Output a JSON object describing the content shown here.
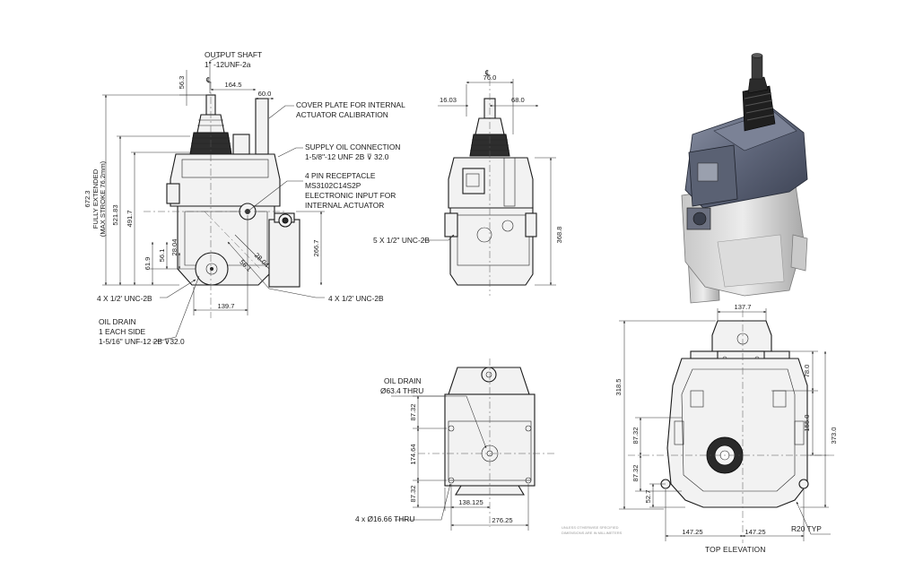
{
  "center_symbol": "℄",
  "front_view": {
    "dim_672_3": "672.3",
    "dim_fully_extended": "FULLY EXTENDED",
    "dim_max_stroke": "(MAX STROKE 76.2mm)",
    "dim_521_83": "521.83",
    "dim_491_7": "491.7",
    "dim_56_3": "56.3",
    "dim_164_5": "164.5",
    "dim_60_0": "60.0",
    "dim_61_9": "61.9",
    "dim_56_1": "56.1",
    "dim_28_04_left": "28.04",
    "dim_266_7": "266.7",
    "dim_28_04_diag": "28.04",
    "dim_56_1_diag": "56.1",
    "dim_139_7": "139.7",
    "output_shaft_title": "OUTPUT SHAFT",
    "output_shaft_spec": "1\" -12UNF-2a",
    "cover_plate_line1": "COVER PLATE FOR INTERNAL",
    "cover_plate_line2": "ACTUATOR CALIBRATION",
    "supply_oil_line1": "SUPPLY OIL CONNECTION",
    "supply_oil_line2": "1-5/8\"-12 UNF 2B ⊽ 32.0",
    "receptacle_line1": "4 PIN RECEPTACLE",
    "receptacle_line2": "MS3102C14S2P",
    "receptacle_line3": "ELECTRONIC INPUT FOR",
    "receptacle_line4": "INTERNAL ACTUATOR",
    "bolts_left": "4 X 1/2' UNC-2B",
    "bolts_right": "4 X 1/2' UNC-2B",
    "oil_drain_line1": "OIL DRAIN",
    "oil_drain_line2": "1 EACH SIDE",
    "oil_drain_line3": "1-5/16\" UNF-12 2B ⊽32.0"
  },
  "side_view": {
    "dim_76_0": "76.0",
    "dim_16_03": "16.03",
    "dim_68_0": "68.0",
    "dim_368_8": "368.8",
    "bolts": "5 X 1/2\" UNC-2B"
  },
  "bottom_view": {
    "oil_drain_line1": "OIL  DRAIN",
    "oil_drain_line2": "Ø63.4 THRU",
    "dim_87_32_top": "87.32",
    "dim_174_64": "174.64",
    "dim_87_32_bottom": "87.32",
    "dim_138_125": "138.125",
    "dim_276_25": "276.25",
    "holes": "4  x  Ø16.66 THRU"
  },
  "top_view": {
    "dim_137_7": "137.7",
    "dim_318_5": "318.5",
    "dim_78_0": "78.0",
    "dim_155_0": "155.0",
    "dim_373_0": "373.0",
    "dim_87_32_a": "87.32",
    "dim_87_32_b": "87.32",
    "dim_52_7": "52.7",
    "dim_147_25_left": "147.25",
    "dim_147_25_right": "147.25",
    "r20": "R20  TYP",
    "title": "TOP ELEVATION",
    "fine_print_line1": "UNLESS OTHERWISE SPECIFIED",
    "fine_print_line2": "DIMENSIONS ARE IN MILLIMETERS"
  }
}
